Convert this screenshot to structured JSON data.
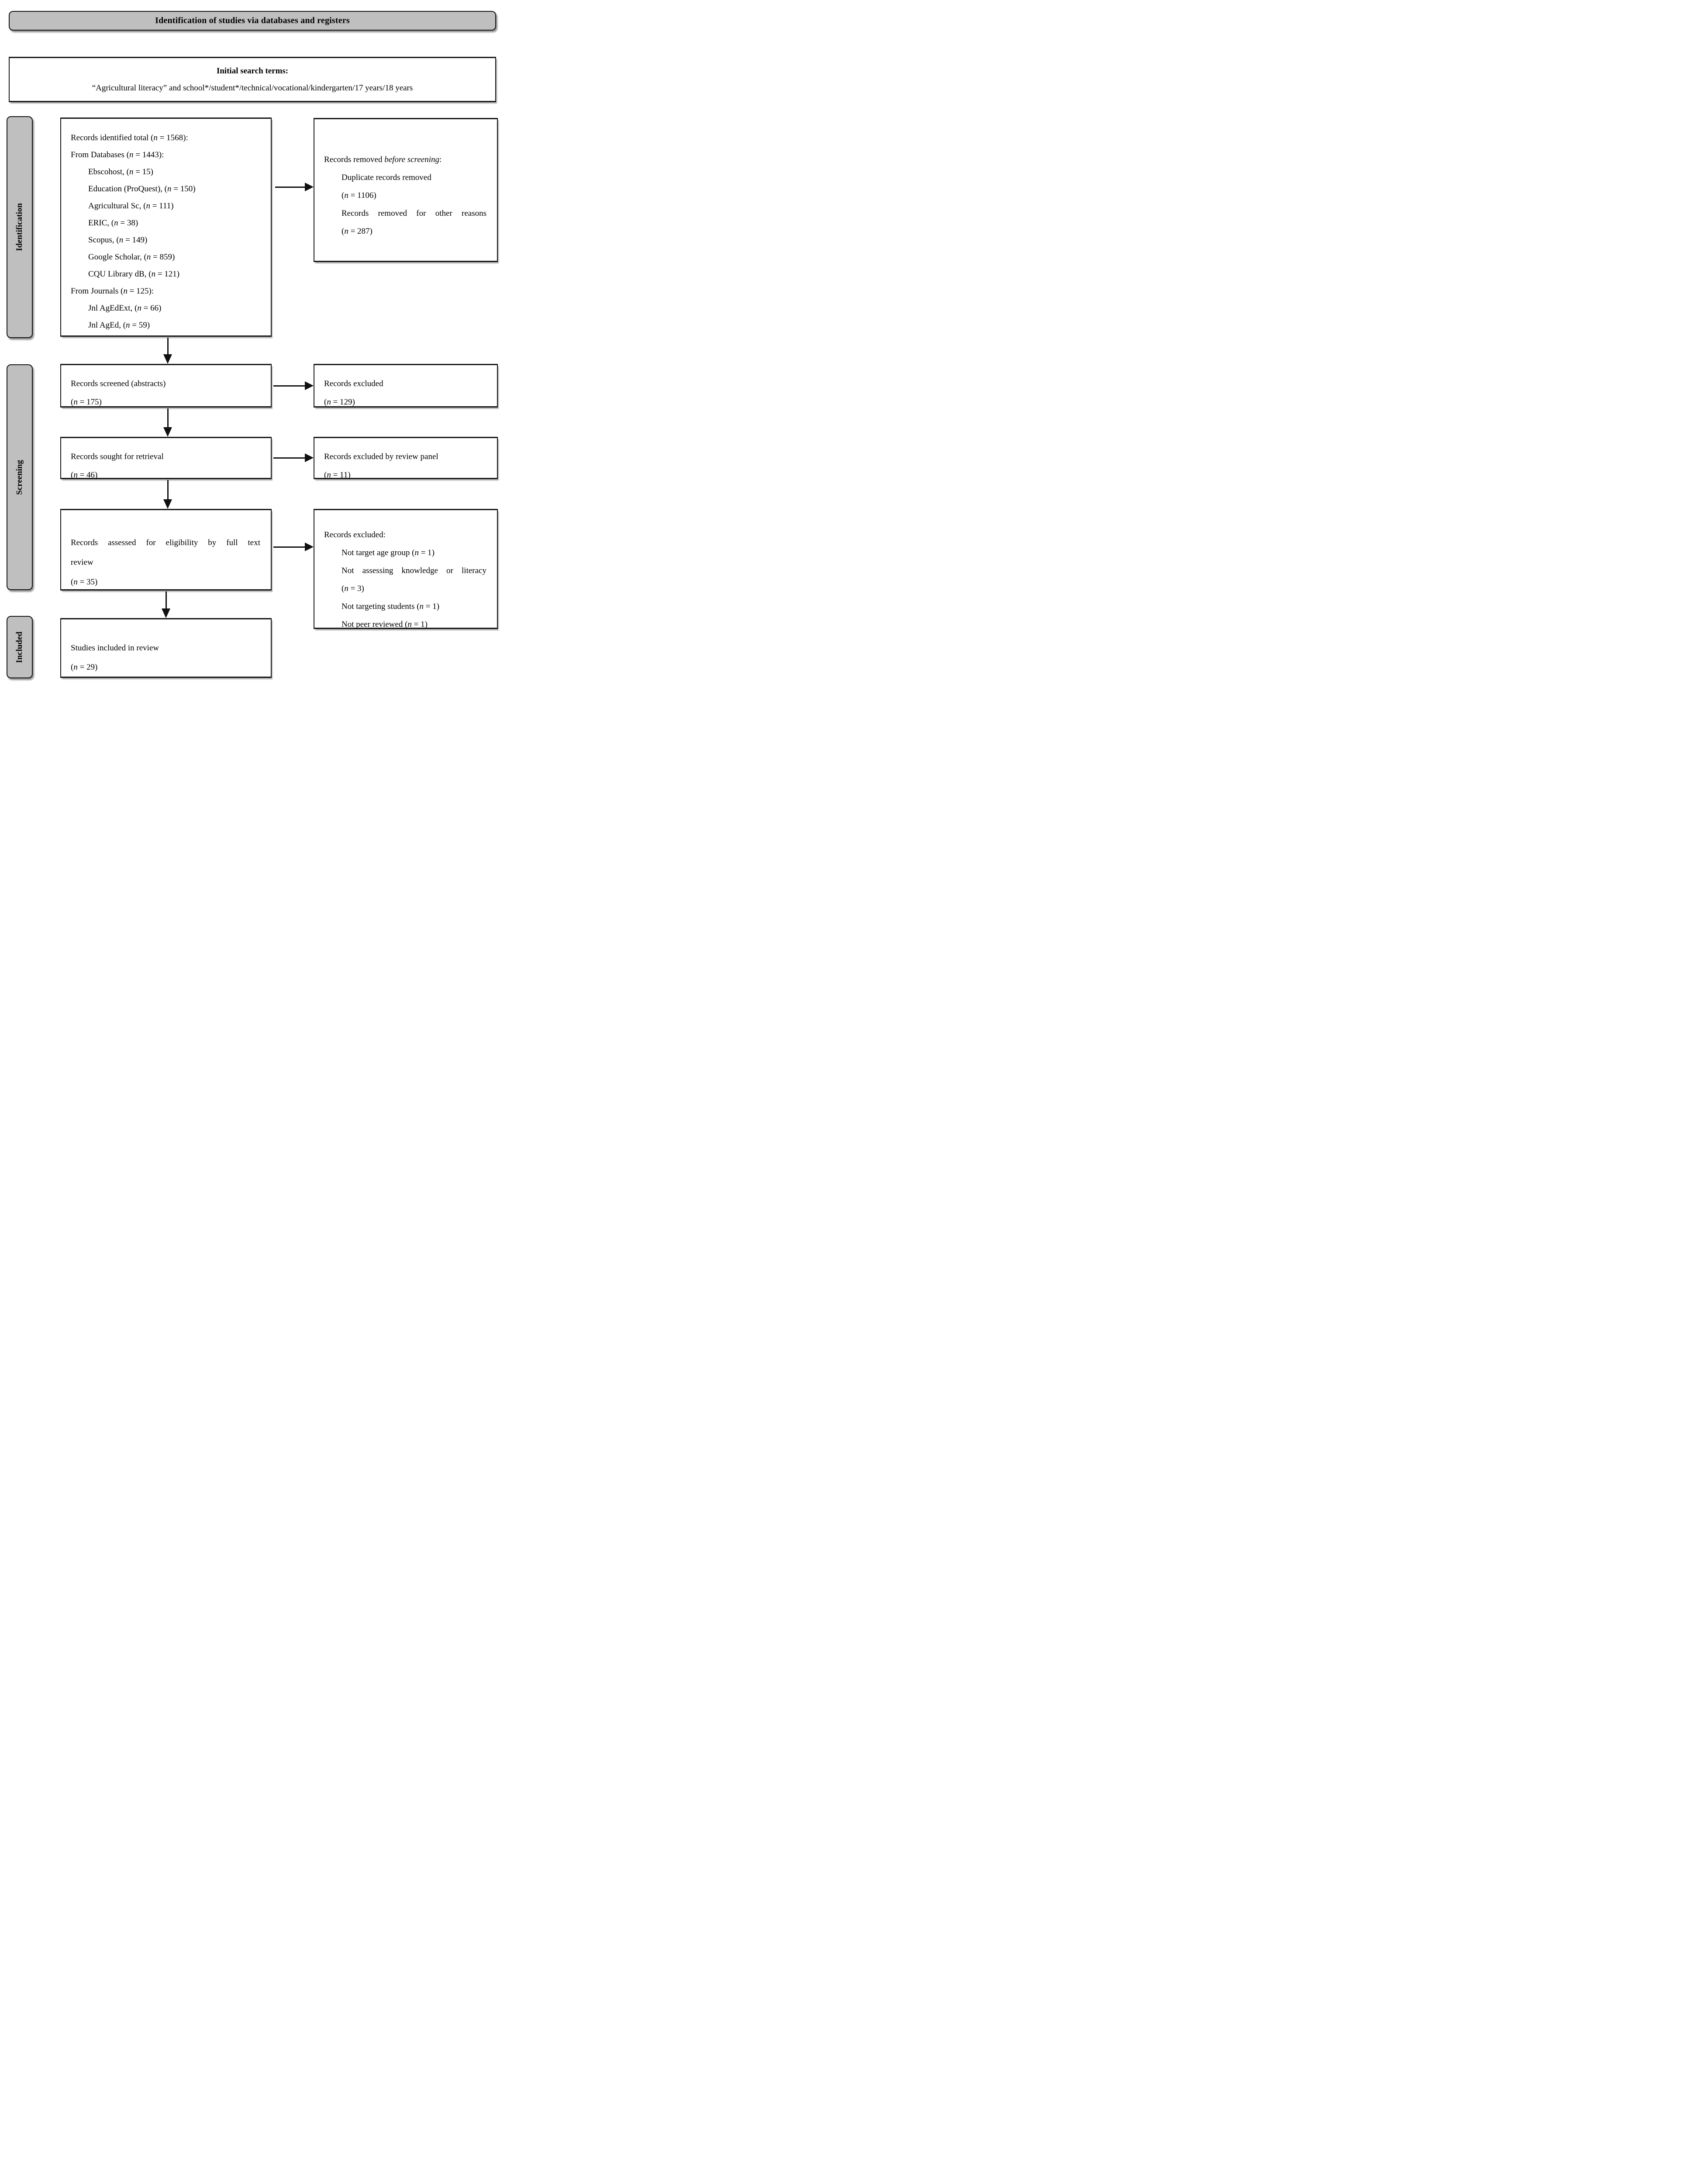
{
  "title_banner": "Identification of studies via databases and registers",
  "search_box": {
    "heading": "Initial search terms:",
    "terms": "“Agricultural literacy” and school*/student*/technical/vocational/kindergarten/17 years/18 years"
  },
  "sidebar": {
    "identification": "Identification",
    "screening": "Screening",
    "included": "Included"
  },
  "identification_box": {
    "lines": [
      "Records identified total (n = 1568):",
      "From Databases (n = 1443):",
      "Ebscohost, (n = 15)",
      "Education (ProQuest), (n = 150)",
      "Agricultural Sc, (n = 111)",
      "ERIC, (n = 38)",
      "Scopus, (n = 149)",
      "Google Scholar, (n = 859)",
      "CQU Library dB, (n = 121)",
      "From Journals (n = 125):",
      "Jnl AgEdExt, (n = 66)",
      "Jnl AgEd, (n = 59)"
    ]
  },
  "removed_box": {
    "title_prefix": "Records removed ",
    "title_italic": "before screening",
    "title_suffix": ":",
    "lines": [
      "Duplicate records removed",
      "(n = 1106)",
      "Records removed for other reasons",
      "(n = 287)"
    ]
  },
  "screened_box": {
    "lines": [
      "Records screened (abstracts)",
      "(n = 175)"
    ]
  },
  "screened_excluded_box": {
    "lines": [
      "Records excluded",
      "(n = 129)"
    ]
  },
  "sought_box": {
    "lines": [
      "Records sought for retrieval",
      "(n = 46)"
    ]
  },
  "panel_excluded_box": {
    "lines": [
      "Records excluded by review panel",
      "(n = 11)"
    ]
  },
  "assessed_box": {
    "lines": [
      "Records assessed for eligibility by full text",
      "review",
      "(n = 35)"
    ]
  },
  "fulltext_excluded_box": {
    "title": "Records excluded:",
    "lines": [
      "Not target age group (n = 1)",
      "Not assessing knowledge or literacy",
      "(n = 3)",
      "Not targeting students (n = 1)",
      "Not peer reviewed (n = 1)"
    ]
  },
  "included_box": {
    "lines": [
      "Studies included in review",
      "(n = 29)"
    ]
  },
  "colors": {
    "stage_fill": "#bfbfbf",
    "box_border": "#161616",
    "arrow": "#101010"
  }
}
